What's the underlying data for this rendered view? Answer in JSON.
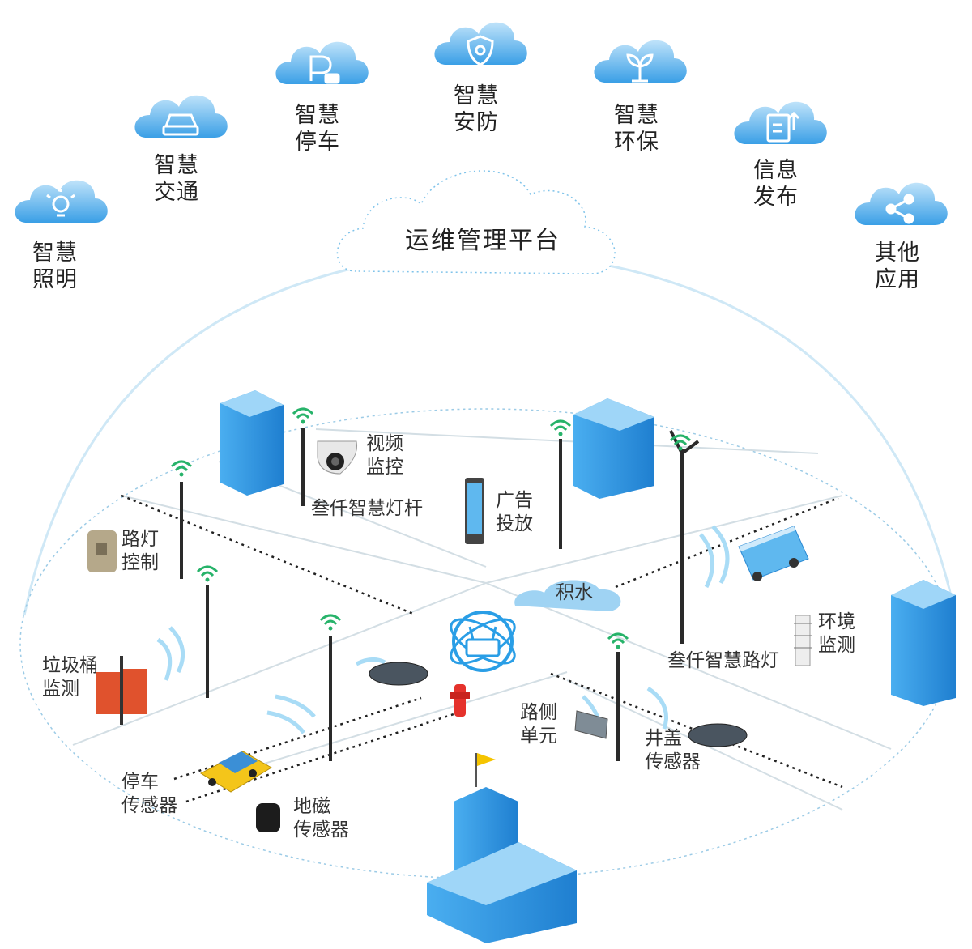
{
  "platform": {
    "title": "运维管理平台"
  },
  "apps": [
    {
      "line1": "智慧",
      "line2": "照明",
      "icon": "lightbulb-icon"
    },
    {
      "line1": "智慧",
      "line2": "交通",
      "icon": "car-icon"
    },
    {
      "line1": "智慧",
      "line2": "停车",
      "icon": "parking-icon"
    },
    {
      "line1": "智慧",
      "line2": "安防",
      "icon": "shield-icon"
    },
    {
      "line1": "智慧",
      "line2": "环保",
      "icon": "sprout-icon"
    },
    {
      "line1": "信息",
      "line2": "发布",
      "icon": "document-upload-icon"
    },
    {
      "line1": "其他",
      "line2": "应用",
      "icon": "share-icon"
    }
  ],
  "scene": {
    "video": {
      "line1": "视频",
      "line2": "监控"
    },
    "pole": "叁仟智慧灯杆",
    "ad": {
      "line1": "广告",
      "line2": "投放"
    },
    "lamp_ctrl": {
      "line1": "路灯",
      "line2": "控制"
    },
    "water": "积水",
    "trash": {
      "line1": "垃圾桶",
      "line2": "监测"
    },
    "street_light": "叁仟智慧路灯",
    "env": {
      "line1": "环境",
      "line2": "监测"
    },
    "roadside": {
      "line1": "路侧",
      "line2": "单元"
    },
    "manhole": {
      "line1": "井盖",
      "line2": "传感器"
    },
    "parking_sensor": {
      "line1": "停车",
      "line2": "传感器"
    },
    "geomag": {
      "line1": "地磁",
      "line2": "传感器"
    }
  },
  "colors": {
    "cloud": "#3ea7e8",
    "cloud_light": "#cfeafb",
    "building": "#2f94e0",
    "building_light": "#7cc6f5",
    "road": "#c8dce6"
  }
}
